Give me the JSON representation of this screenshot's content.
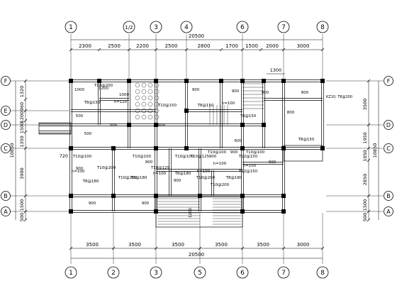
{
  "grid_labels": {
    "top": [
      "1",
      "1/2",
      "3",
      "4",
      "6",
      "7",
      "8"
    ],
    "bottom": [
      "1",
      "2",
      "3",
      "5",
      "6",
      "7",
      "8"
    ],
    "left": [
      "F",
      "E",
      "D",
      "C",
      "B",
      "A"
    ],
    "right": [
      "F",
      "D",
      "C",
      "B",
      "A"
    ]
  },
  "dimensions": {
    "top_total": "20500",
    "top_segments": [
      "2300",
      "2500",
      "2200",
      "2500",
      "2800",
      "1700",
      "1500",
      "2000",
      "3000"
    ],
    "top_extra": "1300",
    "bottom_segments": [
      "3500",
      "3500",
      "3500",
      "3500",
      "3500",
      "3000"
    ],
    "bottom_total": "20500",
    "left_outer": "10850",
    "left_segments": [
      "1320",
      "960",
      "1200",
      "1500",
      "1350",
      "3900",
      "1500",
      "500"
    ],
    "left_small": "720",
    "right_outer": "10850",
    "right_segments": [
      "3500",
      "1950",
      "1050",
      "2850",
      "1500",
      "500"
    ]
  },
  "slab_labels": [
    "1000",
    "1200",
    "900",
    "1000",
    "900",
    "900",
    "800",
    "800",
    "h=120",
    "h=100",
    "h=100",
    "h=100",
    "h=100",
    "h=100",
    "h=100",
    "T10@200",
    "T10@200",
    "T10@150",
    "T10@125",
    "T8@150",
    "T8@180",
    "T8@180",
    "T8@180",
    "T8@180",
    "T8@150",
    "T8@150",
    "T8@150",
    "T12@150",
    "500",
    "500",
    "500",
    "600",
    "600",
    "T10@100",
    "T10@100",
    "T10@100",
    "T10@100",
    "T10@125",
    "T10@100",
    "T12@150",
    "T10@200",
    "900",
    "900",
    "900",
    "900",
    "900",
    "900",
    "900",
    "900",
    "T10@200",
    "T10@200"
  ],
  "annotations": {
    "side_note": "KZ10, T8@200",
    "stair_note": "1200"
  }
}
